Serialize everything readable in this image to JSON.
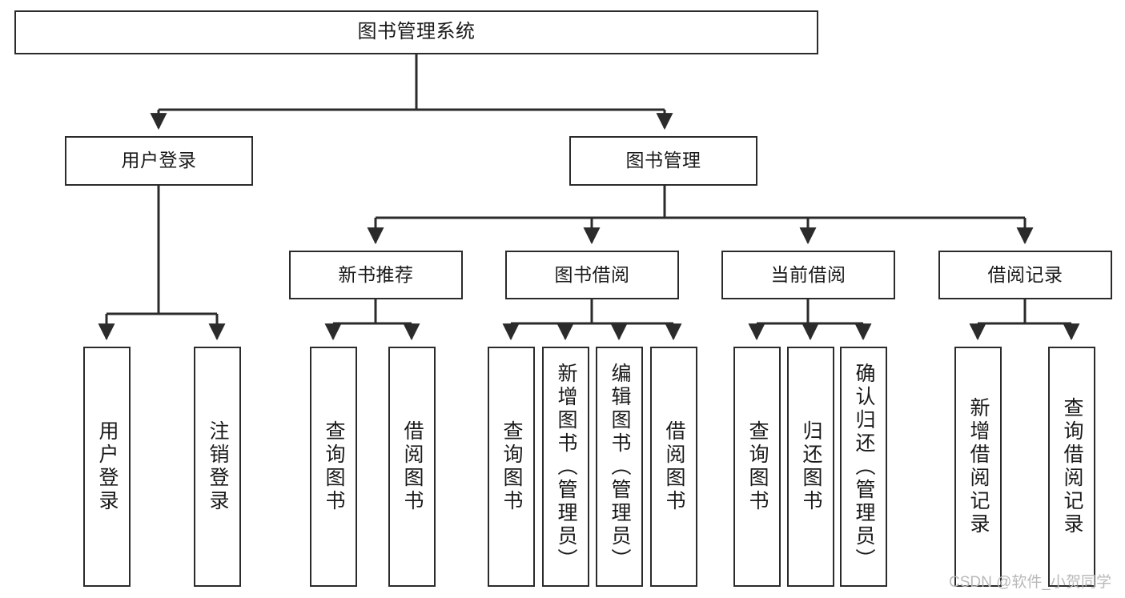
{
  "diagram": {
    "title": "图书管理系统",
    "type": "功能结构图",
    "line_color": "#2b2b2b",
    "box_fill": "#ffffff",
    "text_color": "#1a1a1a"
  },
  "root": {
    "label": "图书管理系统"
  },
  "level2": [
    {
      "label": "用户登录"
    },
    {
      "label": "图书管理"
    }
  ],
  "level3": [
    {
      "label": "新书推荐"
    },
    {
      "label": "图书借阅"
    },
    {
      "label": "当前借阅"
    },
    {
      "label": "借阅记录"
    }
  ],
  "leaves": {
    "user_login": [
      {
        "label": "用户登录"
      },
      {
        "label": "注销登录"
      }
    ],
    "new_book_recommend": [
      {
        "label": "查询图书"
      },
      {
        "label": "借阅图书"
      }
    ],
    "book_borrow": [
      {
        "label": "查询图书"
      },
      {
        "label": "新增图书（管理员）"
      },
      {
        "label": "编辑图书（管理员）"
      },
      {
        "label": "借阅图书"
      }
    ],
    "current_borrow": [
      {
        "label": "查询图书"
      },
      {
        "label": "归还图书"
      },
      {
        "label": "确认归还（管理员）"
      }
    ],
    "borrow_record": [
      {
        "label": "新增借阅记录"
      },
      {
        "label": "查询借阅记录"
      }
    ]
  },
  "watermark": {
    "text": "CSDN @软件_小贺同学"
  }
}
